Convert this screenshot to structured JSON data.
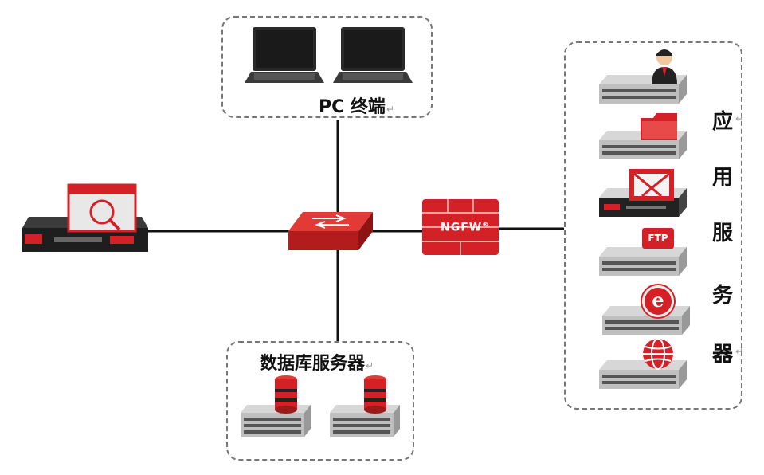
{
  "groups": {
    "pc": {
      "label": "PC 终端"
    },
    "app_servers": {
      "label_chars": [
        "应",
        "用",
        "服",
        "务",
        "器"
      ]
    },
    "db_servers": {
      "label": "数据库服务器"
    }
  },
  "firewall": {
    "label": "NGFW",
    "mark": "®"
  },
  "paragraph_mark": "↵",
  "icons": {
    "app_servers": [
      "user-icon",
      "folder-icon",
      "mail-icon",
      "ftp-icon",
      "ie-browser-icon",
      "globe-icon"
    ],
    "ftp_text": "FTP",
    "ie_text": "e"
  },
  "colors": {
    "accent": "#d42027",
    "dark_red": "#9b1a1a",
    "server_gray": "#c8c8c8",
    "line": "#111111"
  }
}
